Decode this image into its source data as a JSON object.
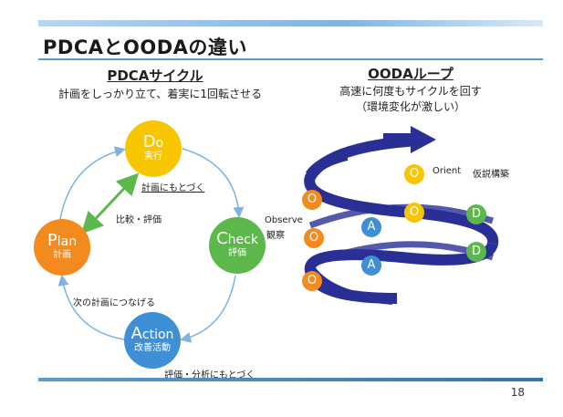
{
  "slide": {
    "title": "PDCAとOODAの違い",
    "page_number": "18"
  },
  "pdca": {
    "heading": "PDCAサイクル",
    "subtitle": "計画をしっかり立て、着実に1回転させる",
    "do": {
      "cap": "D",
      "rest": "o",
      "sub": "実行"
    },
    "check": {
      "cap": "C",
      "rest": "heck",
      "sub": "評価"
    },
    "action": {
      "cap": "A",
      "rest": "ction",
      "sub": "改善活動"
    },
    "plan": {
      "cap": "P",
      "rest": "lan",
      "sub": "計画"
    },
    "label_do_check": "計画にもとづく",
    "label_compare": "比較・評価",
    "label_plan_action": "次の計画につなげる",
    "label_action_bottom": "評価・分析にもとづく"
  },
  "ooda": {
    "heading": "OODAループ",
    "subtitle_line1": "高速に何度もサイクルを回す",
    "subtitle_line2": "（環境変化が激しい）",
    "observe_label": "Observe",
    "observe_jp": "観察",
    "orient_label": "Orient",
    "orient_jp": "仮説構築",
    "o": "O",
    "a": "A",
    "d": "D"
  },
  "colors": {
    "do": "#f7c600",
    "check": "#5cb84a",
    "action": "#3f8fd6",
    "plan": "#f28a1d",
    "spiral": "#2a2f96",
    "arrow": "#7fb3e0",
    "compare_arrow": "#5cb84a"
  }
}
